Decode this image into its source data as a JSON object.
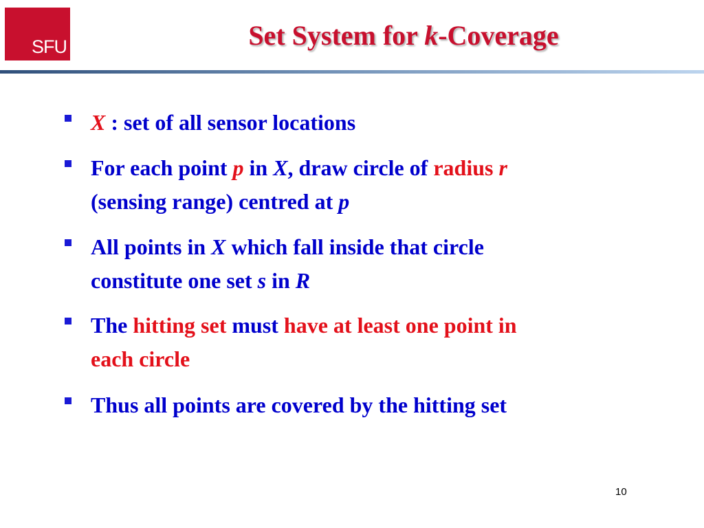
{
  "logo": {
    "text": "SFU",
    "color": "#c8102e"
  },
  "title": {
    "prefix": "Set System for ",
    "var": "k",
    "suffix": "-Coverage",
    "color": "#c8102e"
  },
  "colors": {
    "body_text": "#0000cc",
    "highlight": "#e3101a",
    "bullet": "#1a1ad6"
  },
  "bullets": [
    {
      "lines": [
        [
          {
            "t": "X",
            "red": true,
            "italic": true
          },
          {
            "t": " : set of all sensor locations"
          }
        ]
      ]
    },
    {
      "lines": [
        [
          {
            "t": "For each point "
          },
          {
            "t": "p",
            "red": true,
            "italic": true
          },
          {
            "t": " in "
          },
          {
            "t": "X",
            "italic": true
          },
          {
            "t": ", draw circle of "
          },
          {
            "t": "radius ",
            "red": true
          },
          {
            "t": "r",
            "red": true,
            "italic": true
          }
        ],
        [
          {
            "t": "(sensing range) centred at "
          },
          {
            "t": "p",
            "italic": true
          }
        ]
      ]
    },
    {
      "lines": [
        [
          {
            "t": "All points in "
          },
          {
            "t": "X",
            "italic": true
          },
          {
            "t": " which fall inside that circle"
          }
        ],
        [
          {
            "t": "constitute one set "
          },
          {
            "t": "s",
            "italic": true
          },
          {
            "t": " in "
          },
          {
            "t": "R",
            "italic": true
          }
        ]
      ]
    },
    {
      "lines": [
        [
          {
            "t": "The "
          },
          {
            "t": "hitting set",
            "red": true
          },
          {
            "t": " must "
          },
          {
            "t": "have at least one point in",
            "red": true
          }
        ],
        [
          {
            "t": "each circle",
            "red": true
          }
        ]
      ]
    },
    {
      "lines": [
        [
          {
            "t": "Thus all points are covered by the hitting set"
          }
        ]
      ]
    }
  ],
  "page_number": "10"
}
